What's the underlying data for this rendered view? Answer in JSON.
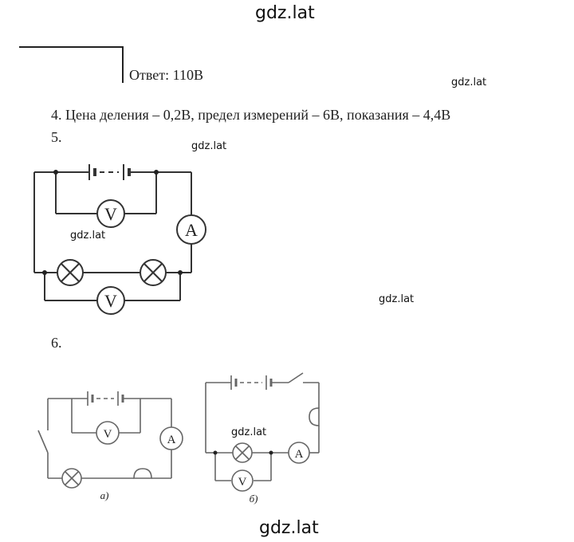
{
  "watermarks": {
    "top": "gdz.lat",
    "answer_right": "gdz.lat",
    "near_item5": "gdz.lat",
    "circuit5_left": "gdz.lat",
    "right_mid": "gdz.lat",
    "circuit6b": "gdz.lat",
    "bottom": "gdz.lat"
  },
  "answer": "Ответ: 110В",
  "item4": "4.   Цена деления – 0,2В, предел измерений – 6В, показания – 4,4В",
  "item5": "5.",
  "item6": "6.",
  "circuit5": {
    "voltmeter_top": "V",
    "ammeter": "A",
    "voltmeter_bottom": "V"
  },
  "circuit6a": {
    "voltmeter": "V",
    "ammeter": "A",
    "caption": "а)"
  },
  "circuit6b": {
    "voltmeter": "V",
    "ammeter": "A",
    "caption": "б)"
  }
}
